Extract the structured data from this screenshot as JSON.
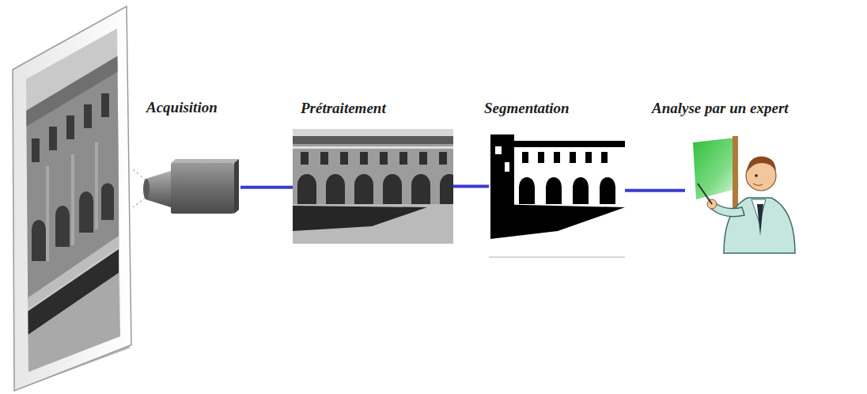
{
  "diagram": {
    "nodes": [
      {
        "text": [
          "Acquisition"
        ]
      },
      {
        "text": [
          "Prétraitement"
        ]
      },
      {
        "text": [
          "Segmentation"
        ]
      },
      {
        "text": [
          "Analyse par un expert"
        ]
      }
    ],
    "edges": [
      {
        "from": 0,
        "to": 1,
        "arrow": "none"
      },
      {
        "from": 1,
        "to": 2,
        "arrow": "none"
      },
      {
        "from": 2,
        "to": 3,
        "arrow": "none"
      }
    ]
  }
}
